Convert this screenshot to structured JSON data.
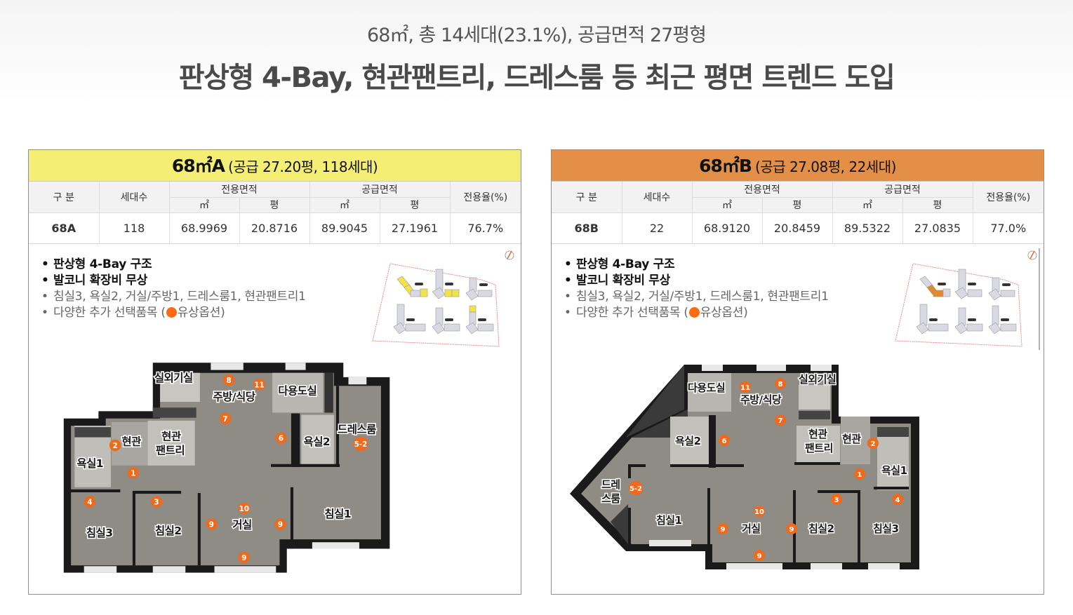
{
  "header": {
    "subtitle": "68㎡, 총 14세대(23.1%), 공급면적 27평형",
    "headline": "판상형 4-Bay, 현관팬트리, 드레스룸 등 최근 평면 트렌드 도입"
  },
  "colors": {
    "panel_a_header": "#f4ef74",
    "panel_b_header": "#e38f47",
    "option_badge": "#ee6a1c",
    "site_highlight_a": "#f1e44a",
    "site_highlight_b": "#e38a2c"
  },
  "table_headers": {
    "division": "구 분",
    "households": "세대수",
    "exclusive_area": "전용면적",
    "supply_area": "공급면적",
    "sqm": "㎡",
    "pyeong": "평",
    "ratio": "전용율(%)"
  },
  "panels": [
    {
      "type_label": "68㎡A",
      "supply_label": "(공급 27.20평, 118세대)",
      "row": {
        "code": "68A",
        "households": "118",
        "exclusive_sqm": "68.9969",
        "exclusive_pyeong": "20.8716",
        "supply_sqm": "89.9045",
        "supply_pyeong": "27.1961",
        "ratio": "76.7%"
      },
      "features": [
        "판상형 4-Bay 구조",
        "발코니 확장비 무상",
        "침실3, 욕실2, 거실/주방1, 드레스룸1, 현관팬트리1",
        "다양한 추가 선택품목 ("
      ],
      "option_text": "유상옵션)",
      "rooms": {
        "outdoor_unit": "실외기실",
        "kitchen": "주방/식당",
        "utility": "다용도실",
        "dressroom": "드레스룸",
        "entrance": "현관",
        "pantry_1": "현관",
        "pantry_2": "팬트리",
        "bath2": "욕실2",
        "bath1": "욕실1",
        "bed3": "침실3",
        "bed2": "침실2",
        "living": "거실",
        "bed1": "침실1"
      },
      "badges": [
        "1",
        "2",
        "3",
        "4",
        "5-2",
        "6",
        "7",
        "8",
        "9",
        "9",
        "9",
        "10",
        "11"
      ]
    },
    {
      "type_label": "68㎡B",
      "supply_label": "(공급 27.08평, 22세대)",
      "row": {
        "code": "68B",
        "households": "22",
        "exclusive_sqm": "68.9120",
        "exclusive_pyeong": "20.8459",
        "supply_sqm": "89.5322",
        "supply_pyeong": "27.0835",
        "ratio": "77.0%"
      },
      "features": [
        "판상형 4-Bay 구조",
        "발코니 확장비 무상",
        "침실3, 욕실2, 거실/주방1, 드레스룸1, 현관팬트리1",
        "다양한 추가 선택품목 ("
      ],
      "option_text": "유상옵션)",
      "rooms": {
        "outdoor_unit": "실외기실",
        "kitchen": "주방/식당",
        "utility": "다용도실",
        "dress_1": "드레",
        "dress_2": "스룸",
        "entrance": "현관",
        "pantry_1": "현관",
        "pantry_2": "팬트리",
        "bath2": "욕실2",
        "bath1": "욕실1",
        "bed3": "침실3",
        "bed2": "침실2",
        "living": "거실",
        "bed1": "침실1"
      },
      "badges": [
        "1",
        "2",
        "3",
        "4",
        "5-2",
        "6",
        "7",
        "8",
        "9",
        "9",
        "9",
        "10",
        "11"
      ]
    }
  ]
}
